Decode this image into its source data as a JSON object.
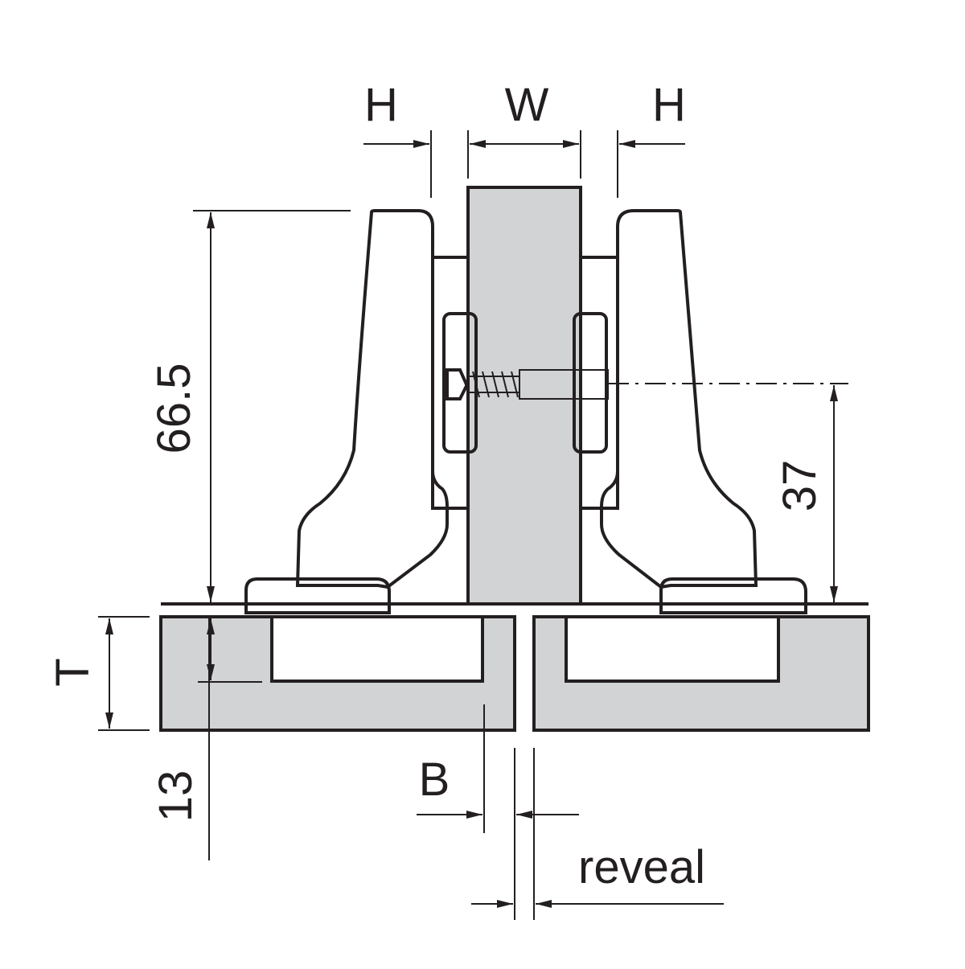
{
  "diagram": {
    "labels": {
      "hinge_offset_left": "H",
      "width": "W",
      "hinge_offset_right": "H",
      "height_dim": "66.5",
      "screw_height_dim": "37",
      "door_thickness": "T",
      "cup_depth": "13",
      "boring_distance": "B",
      "reveal": "reveal"
    },
    "colors": {
      "ink": "#231f20",
      "panel_fill": "#d1d3d4",
      "background": "#ffffff"
    }
  }
}
